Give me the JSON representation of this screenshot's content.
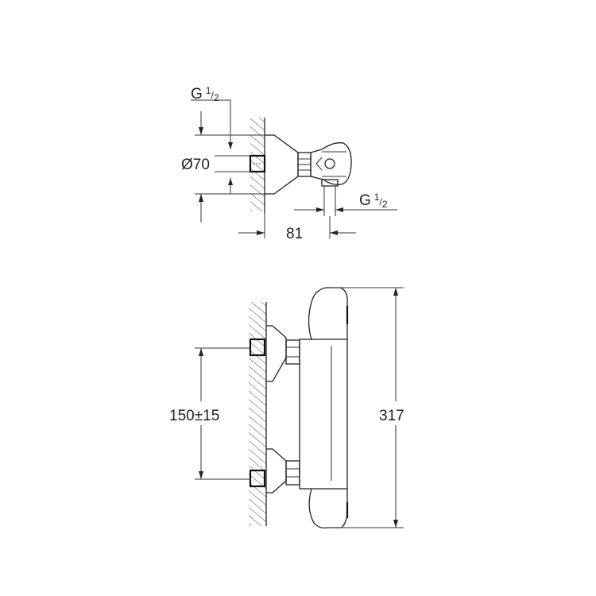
{
  "diagram": {
    "type": "technical-dimension-drawing",
    "subject": "wall-mounted thermostatic shower mixer",
    "views": [
      {
        "name": "top-view",
        "dimensions": {
          "inlet_thread": {
            "main": "G",
            "sup": "1",
            "sub": "2"
          },
          "diameter": "Ø70",
          "projection": "81",
          "outlet_thread": {
            "main": "G",
            "sup": "1",
            "sub": "2"
          }
        }
      },
      {
        "name": "front-view",
        "dimensions": {
          "inlet_centers": "150±15",
          "height": "317"
        }
      }
    ]
  }
}
